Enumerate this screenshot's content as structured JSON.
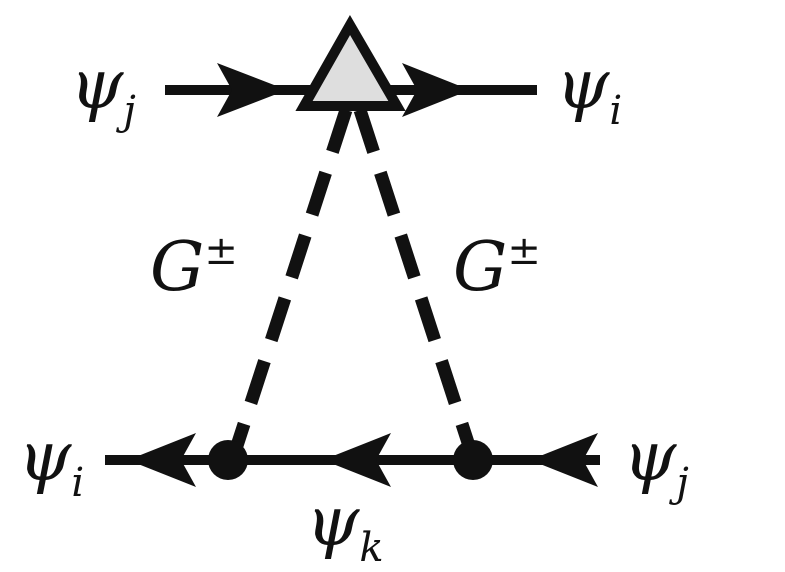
{
  "diagram": {
    "top_line": {
      "left_label": "ψ",
      "left_sub": "j",
      "right_label": "ψ",
      "right_sub": "i"
    },
    "bottom_line": {
      "left_label": "ψ",
      "left_sub": "i",
      "right_label": "ψ",
      "right_sub": "j",
      "internal_label": "ψ",
      "internal_sub": "k"
    },
    "left_boson": {
      "label": "G",
      "sup": "±"
    },
    "right_boson": {
      "label": "G",
      "sup": "±"
    },
    "colors": {
      "line": "#111111",
      "vertex_fill": "#dedede",
      "background": "#ffffff"
    }
  }
}
